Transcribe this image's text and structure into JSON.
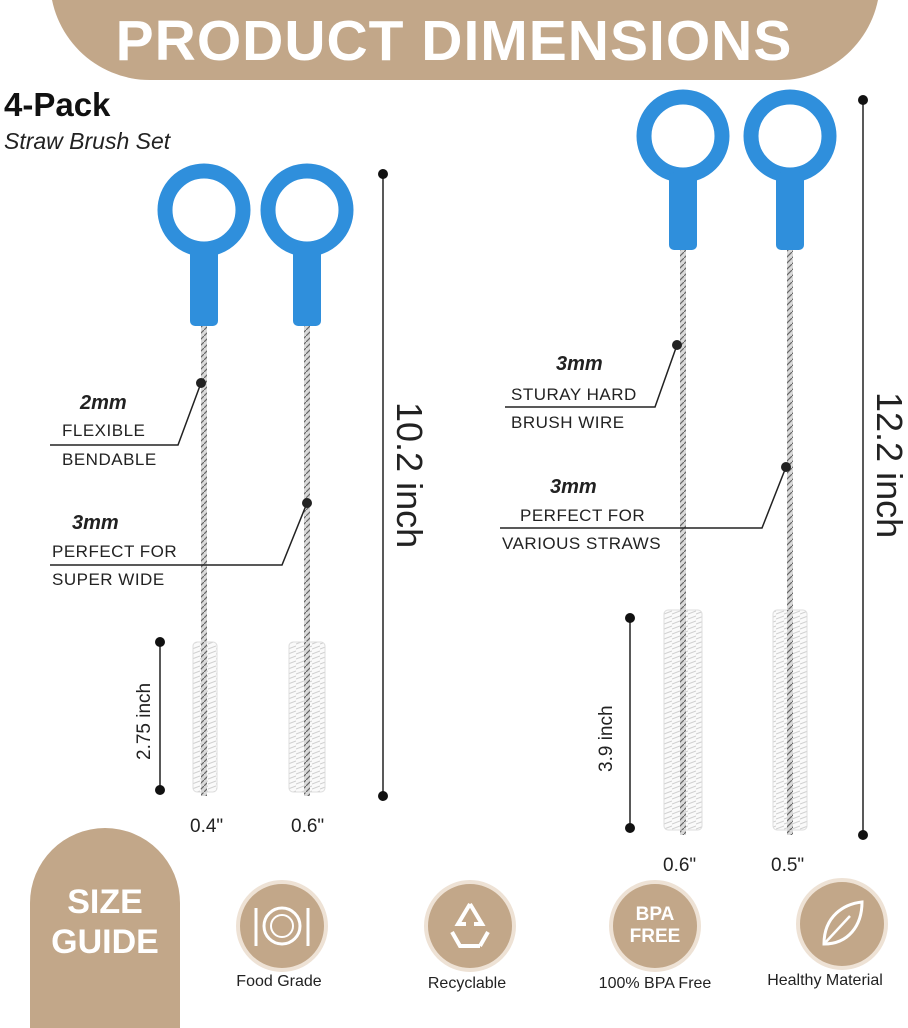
{
  "header": {
    "title": "PRODUCT DIMENSIONS"
  },
  "product": {
    "pack": "4-Pack",
    "subtitle": "Straw Brush Set"
  },
  "left_set": {
    "callout1": {
      "size": "2mm",
      "line1": "FLEXIBLE",
      "line2": "BENDABLE"
    },
    "callout2": {
      "size": "3mm",
      "line1": "PERFECT FOR",
      "line2": "SUPER WIDE"
    },
    "total_length": "10.2 inch",
    "bristle_length": "2.75 inch",
    "diameters": [
      "0.4\"",
      "0.6\""
    ]
  },
  "right_set": {
    "callout1": {
      "size": "3mm",
      "line1": "STURAY HARD",
      "line2": "BRUSH WIRE"
    },
    "callout2": {
      "size": "3mm",
      "line1": "PERFECT FOR",
      "line2": "VARIOUS  STRAWS"
    },
    "total_length": "12.2 inch",
    "bristle_length": "3.9 inch",
    "diameters": [
      "0.6\"",
      "0.5\""
    ]
  },
  "guide": {
    "line1": "SIZE",
    "line2": "GUIDE"
  },
  "features": [
    {
      "label": "Food Grade",
      "icon": "plate-cutlery-icon"
    },
    {
      "label": "Recyclable",
      "icon": "recycle-icon"
    },
    {
      "label": "100% BPA Free",
      "icon": "bpa-free-icon",
      "badge_line1": "BPA",
      "badge_line2": "FREE"
    },
    {
      "label": "Healthy Material",
      "icon": "leaf-icon"
    }
  ],
  "colors": {
    "accent": "#c2a789",
    "handle": "#2f8fdc",
    "text": "#222222"
  }
}
